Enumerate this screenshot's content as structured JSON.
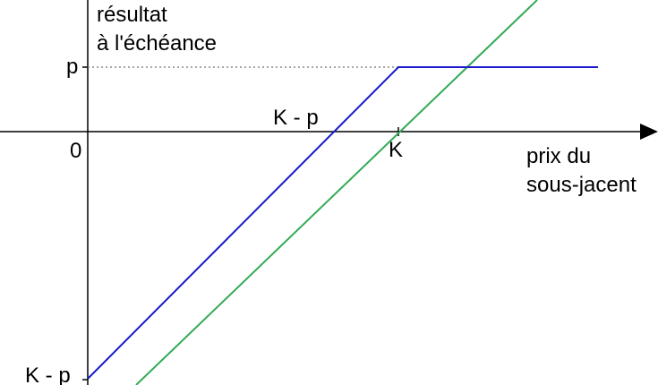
{
  "diagram": {
    "y_axis_label_line1": "résultat",
    "y_axis_label_line2": "à l'échéance",
    "x_axis_label_line1": "prix du",
    "x_axis_label_line2": "sous-jacent",
    "origin_label": "0",
    "p_label": "p",
    "strike_label": "K",
    "x_intercept_label": "K - p",
    "y_intercept_label": "K - p",
    "colors": {
      "axes": "#000000",
      "capped_payoff_line": "#1a1acc",
      "underlying_line": "#33aa55",
      "reference_dotted_line": "#888888"
    }
  }
}
